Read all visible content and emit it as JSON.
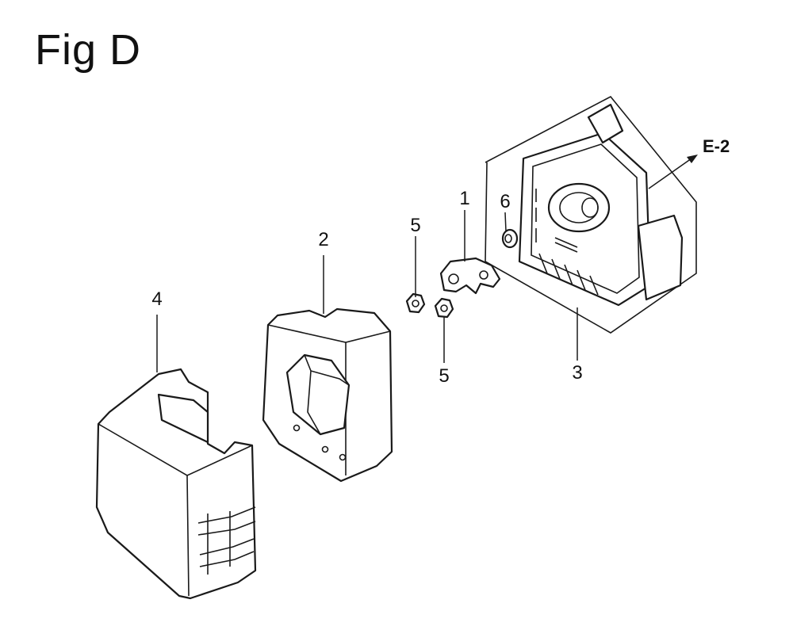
{
  "figure": {
    "title": "Fig D"
  },
  "callouts": {
    "p1": "1",
    "p2": "2",
    "p3": "3",
    "p4": "4",
    "p5a": "5",
    "p5b": "5",
    "p6": "6"
  },
  "reference": {
    "label": "E-2"
  }
}
